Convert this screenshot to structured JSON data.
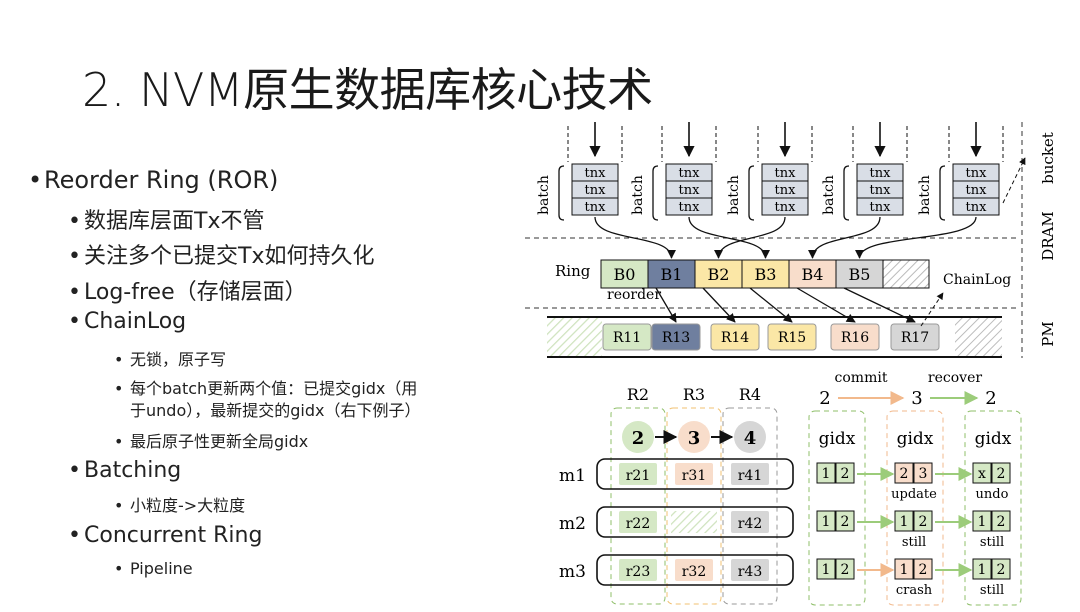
{
  "title": "2. NVM原生数据库核心技术",
  "bullets": [
    {
      "level": 1,
      "text": "Reorder Ring (ROR)"
    },
    {
      "level": 2,
      "text": "数据库层面Tx不管"
    },
    {
      "level": 2,
      "text": "关注多个已提交Tx如何持久化"
    },
    {
      "level": 2,
      "text": "Log-free（存储层面）"
    },
    {
      "level": 2,
      "text": "ChainLog"
    },
    {
      "level": 3,
      "text": "无锁，原子写"
    },
    {
      "level": 3,
      "text": "每个batch更新两个值：已提交gidx（用"
    },
    {
      "level": 3,
      "text": "于undo），最新提交的gidx（右下例子）"
    },
    {
      "level": 3,
      "text": "最后原子性更新全局gidx"
    },
    {
      "level": 2,
      "text": "Batching"
    },
    {
      "level": 3,
      "text": "小粒度->大粒度"
    },
    {
      "level": 2,
      "text": "Concurrent Ring"
    },
    {
      "level": 3,
      "text": "Pipeline"
    }
  ],
  "figure": {
    "top": {
      "batch_label": "batch",
      "tnx_label": "tnx",
      "bucket_label": "bucket",
      "dram_label": "DRAM",
      "pm_label": "PM",
      "ring_label": "Ring",
      "reorder_label": "reorder",
      "chainlog_label": "ChainLog",
      "ring_slots": [
        "B0",
        "B1",
        "B2",
        "B3",
        "B4",
        "B5"
      ],
      "pm_records": [
        "R11",
        "R13",
        "R14",
        "R15",
        "R16",
        "R17"
      ]
    },
    "bottom": {
      "columns": [
        "R2",
        "R3",
        "R4"
      ],
      "circles": [
        "2",
        "3",
        "4"
      ],
      "rows": [
        "m1",
        "m2",
        "m3"
      ],
      "cells": [
        [
          "r21",
          "r31",
          "r41"
        ],
        [
          "r22",
          "",
          "r42"
        ],
        [
          "r23",
          "r32",
          "r43"
        ]
      ],
      "commit_label": "commit",
      "recover_label": "recover",
      "seq": [
        "2",
        "3",
        "2"
      ],
      "gidx_label": "gidx",
      "gidx_values": [
        [
          [
            "1",
            "2"
          ],
          [
            "2",
            "3"
          ],
          [
            "x",
            "2"
          ]
        ],
        [
          [
            "1",
            "2"
          ],
          [
            "1",
            "2"
          ],
          [
            "1",
            "2"
          ]
        ],
        [
          [
            "1",
            "2"
          ],
          [
            "1",
            "2"
          ],
          [
            "1",
            "2"
          ]
        ]
      ],
      "gidx_notes": [
        [
          "",
          "update",
          "undo"
        ],
        [
          "",
          "still",
          "still"
        ],
        [
          "",
          "crash",
          "still"
        ]
      ]
    }
  },
  "colors": {
    "green": "#d5e8c5",
    "navy": "#6f7f9f",
    "yellow": "#fbe7a6",
    "peach": "#f8ddcb",
    "grey": "#d6d6d6",
    "bluegrey": "#d9dee6",
    "arrow_green": "#9ccc7a",
    "arrow_orange": "#f2b98c"
  }
}
